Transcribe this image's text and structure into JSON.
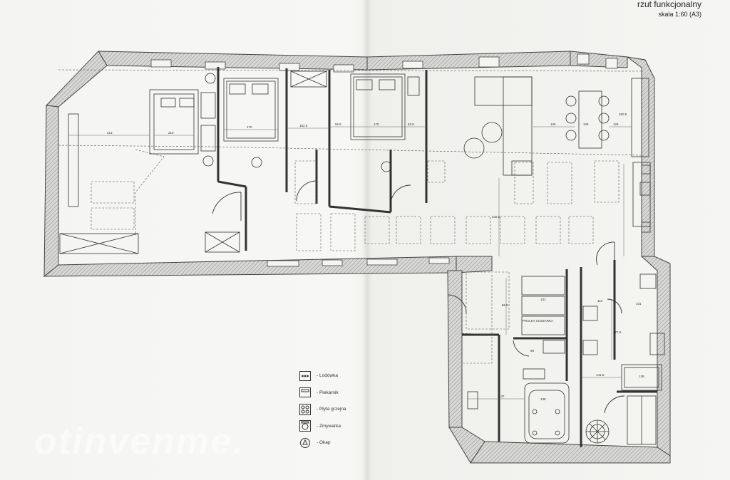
{
  "title_block": {
    "title": "rzut funkcjonalny",
    "scale": "skala 1:60 (A3)"
  },
  "legend": [
    {
      "icon": "fridge-icon",
      "label": "- Lodówka"
    },
    {
      "icon": "oven-icon",
      "label": "- Piekarnik"
    },
    {
      "icon": "hob-icon",
      "label": "- Płyta grzejna"
    },
    {
      "icon": "dishwasher-icon",
      "label": "- Zmywarka"
    },
    {
      "icon": "hood-icon",
      "label": "- Okap"
    }
  ],
  "dimensions": {
    "d213": "213",
    "d210": "210",
    "d170": "170",
    "d152": "152.5",
    "d56": "56.5",
    "d170b": "170",
    "d63": "63.5",
    "d126": "126",
    "d126b": "126",
    "d126c": "126",
    "d131": "131",
    "d137": "137",
    "d59": "59",
    "d141": "141.5",
    "d271": "271.5",
    "d101": "101",
    "d139": "139",
    "d138": "138",
    "d232": "232.5",
    "d250": "250.5",
    "d86": "86.5",
    "d110": "110"
  },
  "labels": {
    "wash": "PRALKA SUSZARKA"
  },
  "watermark": "otinvenme."
}
